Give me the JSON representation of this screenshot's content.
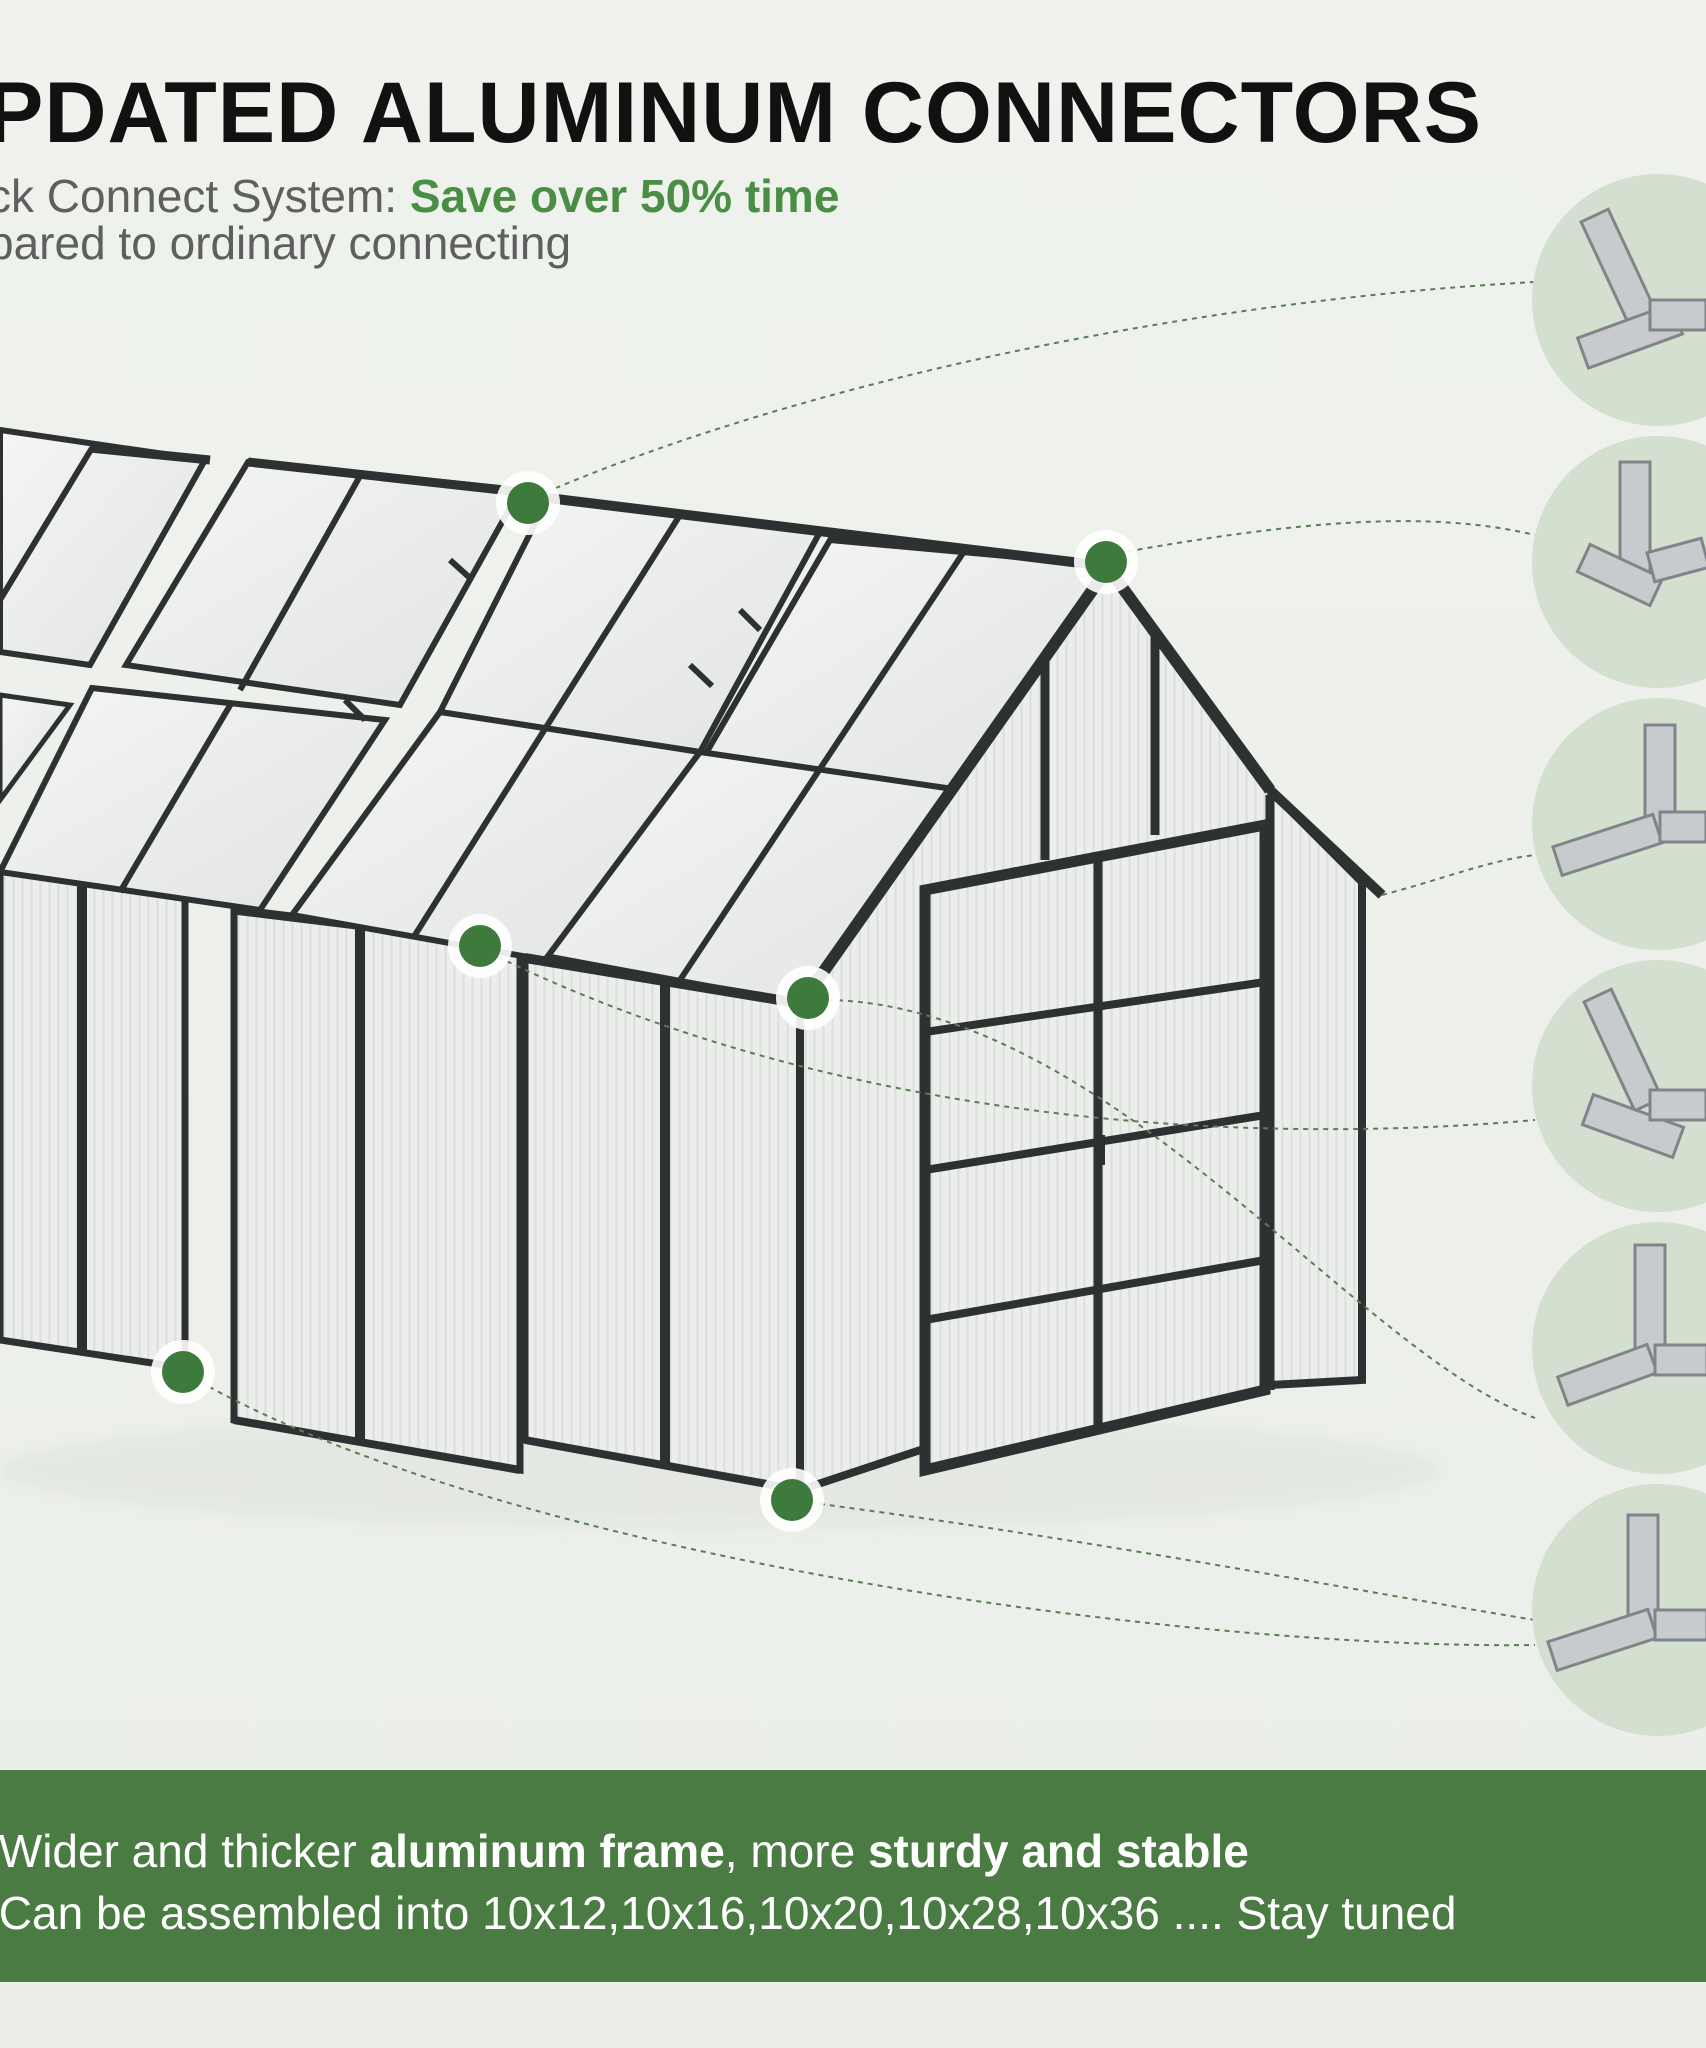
{
  "headline": "PDATED ALUMINUM CONNECTORS",
  "subtitle": {
    "line1_prefix": "ck Connect System: ",
    "line1_highlight": "Save over 50% time",
    "line2": "pared to ordinary connecting"
  },
  "features": {
    "line1": {
      "prefix": ".Wider and thicker ",
      "bold1": "aluminum frame",
      "middle": ", more ",
      "bold2": "sturdy and stable"
    },
    "line2": ".Can be assembled into 10x12,10x16,10x20,10x28,10x36 .... Stay tuned"
  },
  "colors": {
    "accent_green": "#4a8d45",
    "banner_green": "#4a7b43",
    "dot_green": "#3e7a3b",
    "circle_bg": "#d3dfcf",
    "frame": "#2e3131"
  },
  "icons": {
    "connector_thumbnails": [
      "connector-icon",
      "connector-icon",
      "connector-icon",
      "connector-icon",
      "connector-icon",
      "connector-icon"
    ],
    "callout_markers": "green-dot-marker"
  }
}
